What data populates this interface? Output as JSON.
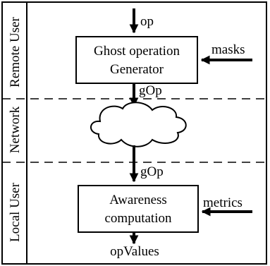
{
  "lanes": {
    "remote_user": "Remote User",
    "network": "Network",
    "local_user": "Local User"
  },
  "boxes": {
    "ghost_generator": {
      "line1": "Ghost operation",
      "line2": "Generator"
    },
    "awareness": {
      "line1": "Awareness",
      "line2": "computation"
    }
  },
  "labels": {
    "op": "op",
    "masks": "masks",
    "gop_top": "gOp",
    "gop_bottom": "gOp",
    "metrics": "metrics",
    "op_values": "opValues"
  }
}
